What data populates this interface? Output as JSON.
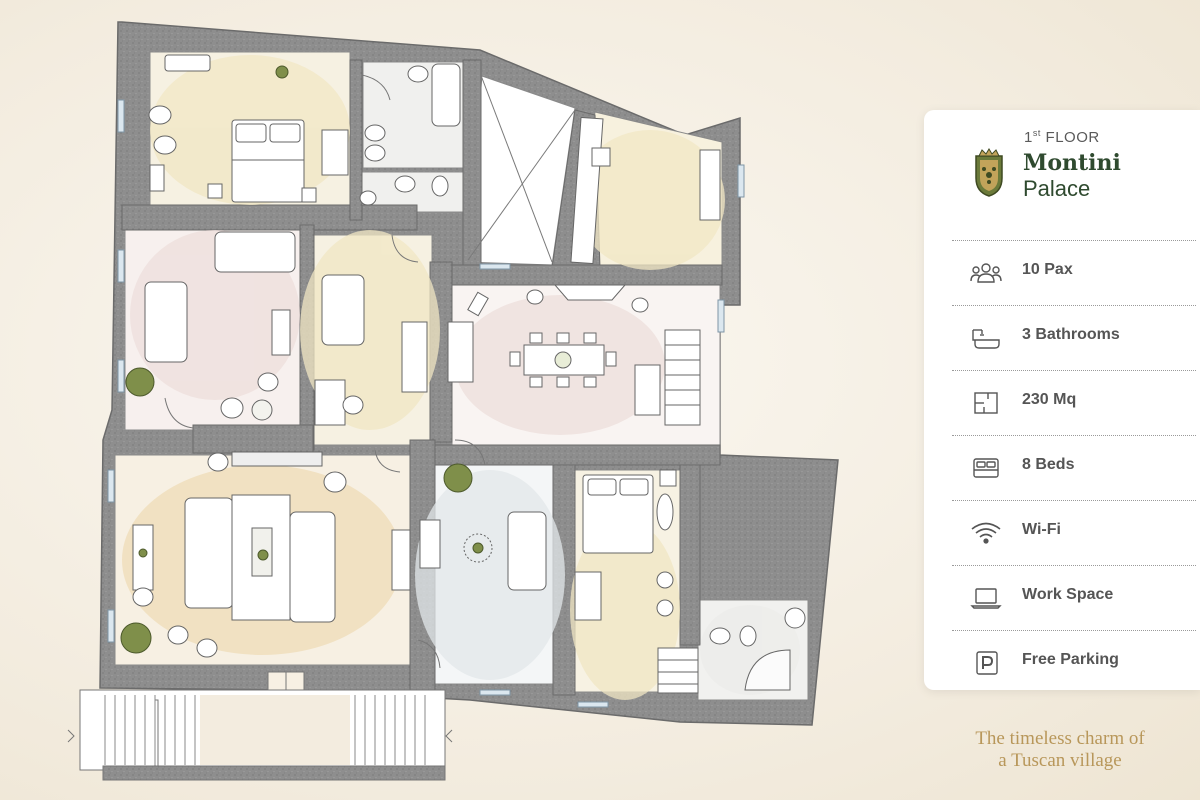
{
  "info": {
    "floor_num": "1",
    "floor_sup": "st",
    "floor_word": "FLOOR",
    "name_line1": "Montini",
    "name_line2": "Palace"
  },
  "features": [
    {
      "label": "10 Pax",
      "icon": "people-icon"
    },
    {
      "label": "3 Bathrooms",
      "icon": "bathtub-icon"
    },
    {
      "label": "230 Mq",
      "icon": "floor-area-icon"
    },
    {
      "label": "8 Beds",
      "icon": "bed-icon"
    },
    {
      "label": "Wi-Fi",
      "icon": "wifi-icon"
    },
    {
      "label": "Work Space",
      "icon": "laptop-icon"
    },
    {
      "label": "Free Parking",
      "icon": "parking-icon"
    }
  ],
  "tagline": {
    "line1": "The timeless charm of",
    "line2": "a Tuscan village"
  },
  "colors": {
    "background": "#f3ecdf",
    "wall": "#8c8c8c",
    "brand_green": "#2f4a2f",
    "tagline_gold": "#b8975a",
    "zone_yellow": "#f1e7c4",
    "zone_pink": "#eedfdc",
    "zone_orange": "#efdcb7",
    "zone_blue": "#e3e8ea",
    "zone_grey": "#ececea"
  }
}
